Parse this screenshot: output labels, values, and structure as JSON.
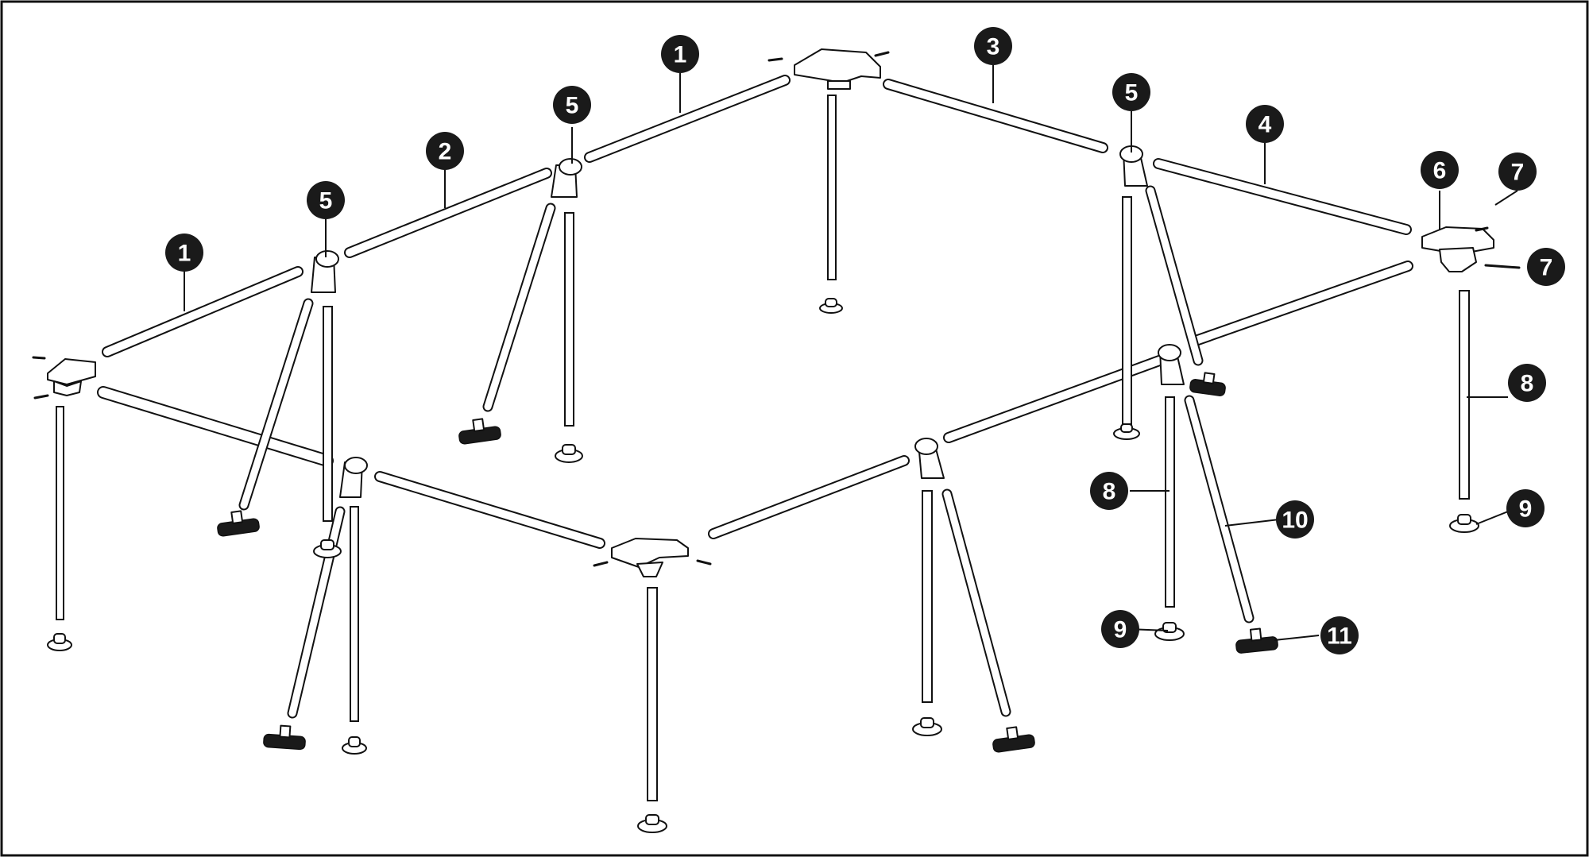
{
  "diagram": {
    "part_numbers": [
      "1",
      "1",
      "2",
      "3",
      "4",
      "5",
      "5",
      "5",
      "6",
      "7",
      "7",
      "8",
      "8",
      "9",
      "9",
      "10",
      "11"
    ],
    "colors": {
      "ink": "#111111",
      "callout": "#1a1a1a",
      "background": "#ffffff"
    }
  }
}
